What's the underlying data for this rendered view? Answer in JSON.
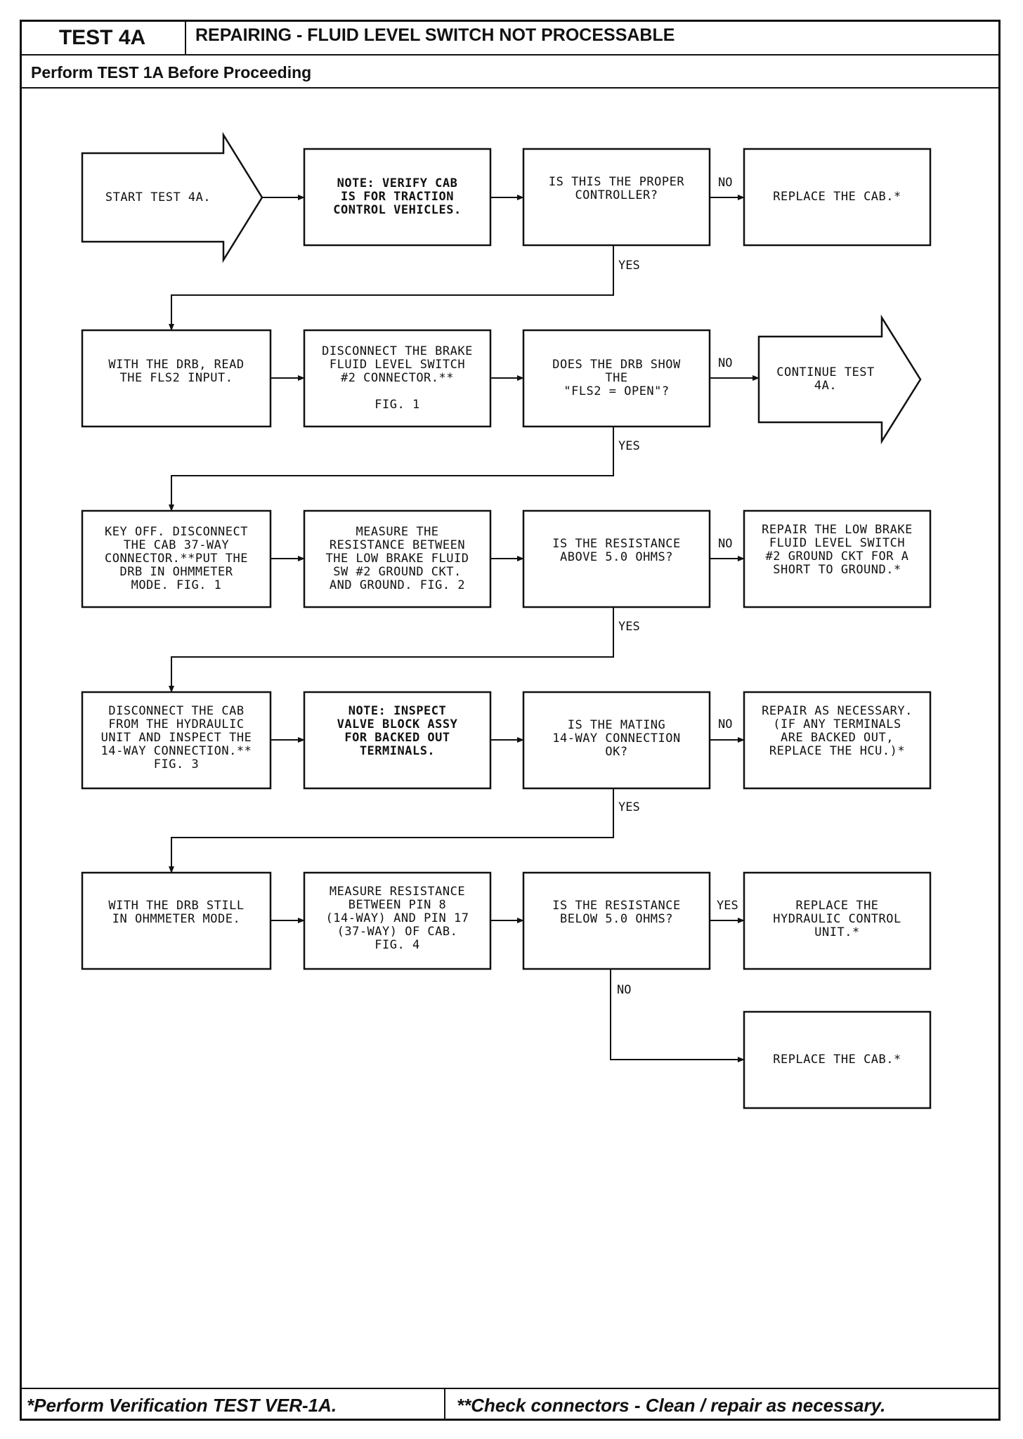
{
  "header": {
    "test_id": "TEST 4A",
    "title": "REPAIRING - FLUID LEVEL SWITCH NOT PROCESSABLE",
    "prerequisite": "Perform TEST 1A Before Proceeding"
  },
  "nodes": {
    "start": "START TEST 4A.",
    "note_cab": "NOTE: VERIFY CAB\nIS FOR TRACTION\nCONTROL VEHICLES.",
    "q_controller": "IS THIS THE PROPER\nCONTROLLER?",
    "replace_cab_1": "REPLACE THE CAB.*",
    "read_fls2": "WITH THE DRB, READ\nTHE FLS2 INPUT.",
    "disconnect_switch": "DISCONNECT THE BRAKE\nFLUID LEVEL SWITCH\n#2 CONNECTOR.**\n\nFIG. 1",
    "q_fls2_open": "DOES THE DRB SHOW\nTHE\n\"FLS2 = OPEN\"?",
    "continue": "CONTINUE TEST\n4A.",
    "key_off": "KEY OFF. DISCONNECT\nTHE CAB 37-WAY\nCONNECTOR.**PUT THE\nDRB IN OHMMETER\nMODE. FIG. 1",
    "measure_ground": "MEASURE THE\nRESISTANCE BETWEEN\nTHE LOW BRAKE FLUID\nSW #2 GROUND CKT.\nAND GROUND. FIG. 2",
    "q_above_5": "IS THE RESISTANCE\nABOVE 5.0 OHMS?",
    "repair_ground": "REPAIR THE LOW BRAKE\nFLUID LEVEL SWITCH\n#2 GROUND CKT FOR A\nSHORT TO GROUND.*",
    "disconnect_hcu": "DISCONNECT THE CAB\nFROM THE HYDRAULIC\nUNIT AND INSPECT THE\n14-WAY CONNECTION.**\nFIG. 3",
    "note_valve": "NOTE: INSPECT\nVALVE BLOCK ASSY\nFOR BACKED OUT\nTERMINALS.",
    "q_14way_ok": "IS THE MATING\n14-WAY CONNECTION\nOK?",
    "repair_necessary": "REPAIR AS NECESSARY.\n(IF ANY TERMINALS\nARE BACKED OUT,\nREPLACE THE HCU.)*",
    "still_ohmmeter": "WITH THE DRB STILL\nIN OHMMETER MODE.",
    "measure_pins": "MEASURE RESISTANCE\nBETWEEN PIN 8\n(14-WAY) AND PIN 17\n(37-WAY) OF CAB.\nFIG. 4",
    "q_below_5": "IS THE RESISTANCE\nBELOW 5.0 OHMS?",
    "replace_hcu": "REPLACE THE\nHYDRAULIC CONTROL\nUNIT.*",
    "replace_cab_2": "REPLACE THE CAB.*"
  },
  "labels": {
    "no_1": "NO",
    "yes_1": "YES",
    "no_2": "NO",
    "yes_2": "YES",
    "no_3": "NO",
    "yes_3": "YES",
    "no_4": "NO",
    "yes_4": "YES",
    "yes_5": "YES",
    "no_5": "NO"
  },
  "footer": {
    "left": "*Perform Verification TEST VER-1A.",
    "right": "**Check connectors - Clean / repair as necessary."
  }
}
